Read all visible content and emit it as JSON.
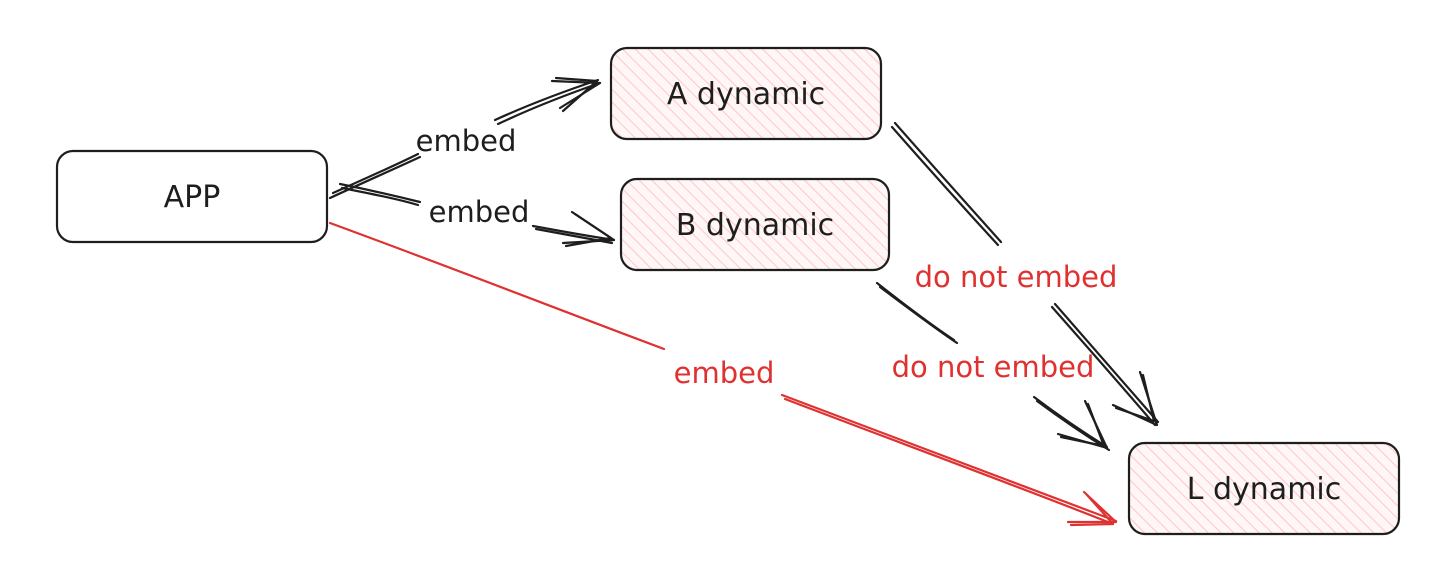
{
  "nodes": {
    "app": "APP",
    "a": "A dynamic",
    "b": "B dynamic",
    "l": "L dynamic"
  },
  "edges": {
    "app_to_a": "embed",
    "app_to_b": "embed",
    "a_to_l": "do not embed",
    "b_to_l": "do not embed",
    "app_to_l": "embed"
  },
  "colors": {
    "ink": "#1e1e1e",
    "accent_red": "#e03131",
    "hatch_fill": "#ffc9c9"
  }
}
